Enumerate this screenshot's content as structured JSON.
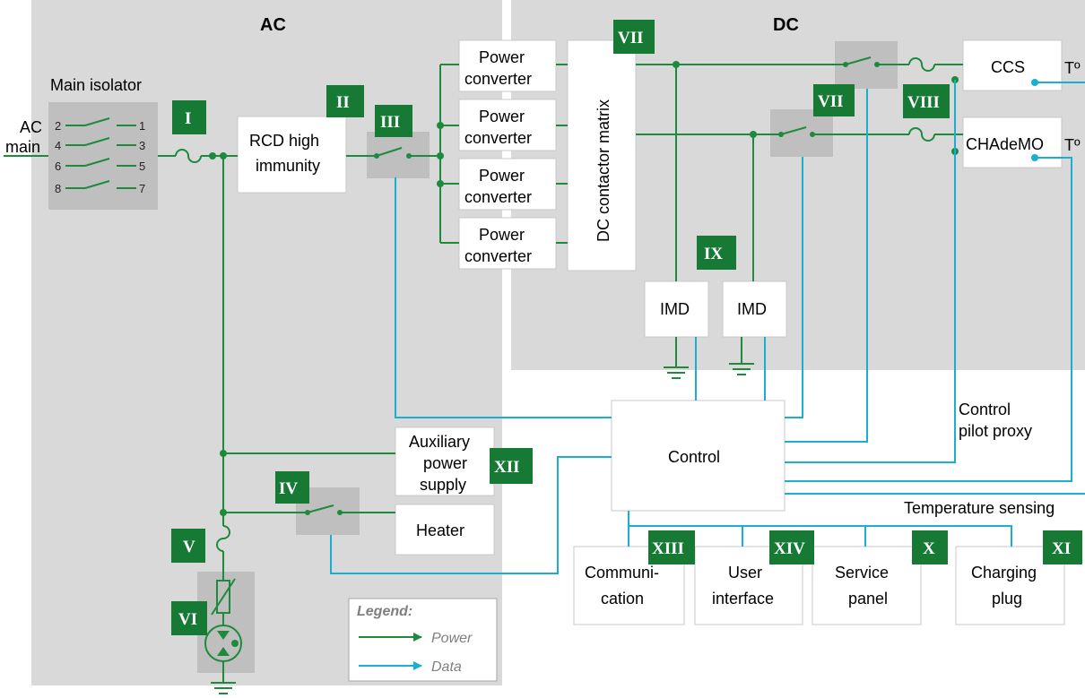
{
  "regions": {
    "ac": "AC",
    "dc": "DC"
  },
  "labels": {
    "main_isolator": "Main isolator",
    "ac_main_1": "AC",
    "ac_main_2": "main",
    "rcd_1": "RCD high",
    "rcd_2": "immunity",
    "pc_1": "Power",
    "pc_2": "converter",
    "dc_matrix": "DC contactor matrix",
    "ccs": "CCS",
    "chademo": "CHAdeMO",
    "temp_symbol": "Tº",
    "imd": "IMD",
    "control": "Control",
    "aux_1": "Auxiliary",
    "aux_2": "power",
    "aux_3": "supply",
    "heater": "Heater",
    "comm_1": "Communi-",
    "comm_2": "cation",
    "ui_1": "User",
    "ui_2": "interface",
    "sp_1": "Service",
    "sp_2": "panel",
    "cp_1": "Charging",
    "cp_2": "plug",
    "cpp_1": "Control",
    "cpp_2": "pilot proxy",
    "temp_sensing": "Temperature sensing"
  },
  "isolator_pins": [
    "2",
    "1",
    "4",
    "3",
    "6",
    "5",
    "8",
    "7"
  ],
  "tags": {
    "i": "I",
    "ii": "II",
    "iii": "III",
    "iv": "IV",
    "v": "V",
    "vi": "VI",
    "vii": "VII",
    "viii": "VIII",
    "ix": "IX",
    "x": "X",
    "xi": "XI",
    "xii": "XII",
    "xiii": "XIII",
    "xiv": "XIV"
  },
  "legend": {
    "title": "Legend:",
    "power": "Power",
    "data": "Data"
  },
  "colors": {
    "power": "#1d8a3c",
    "data": "#1aaed0",
    "tag": "#167a35",
    "region": "#d9d9d9",
    "switch_bg": "#bfbfbf"
  }
}
